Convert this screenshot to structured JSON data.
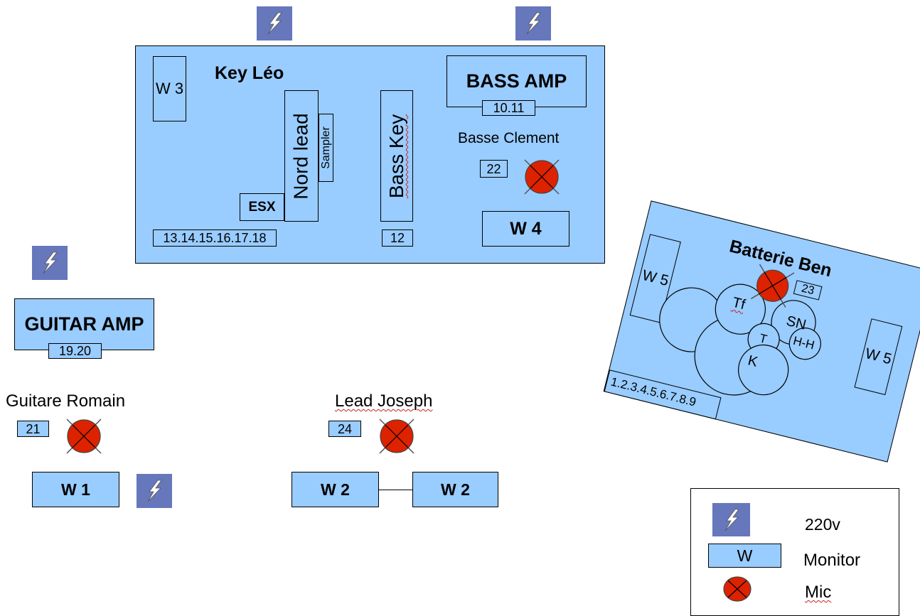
{
  "key_zone": {
    "title": "Key Léo",
    "w3": "W 3",
    "nord_lead": "Nord lead",
    "sampler": "Sampler",
    "esx": "ESX",
    "bass_key": "Bass Key",
    "channels_left": "13.14.15.16.17.18",
    "channels_bass_key": "12",
    "bass_amp": "BASS AMP",
    "bass_amp_channels": "10.11",
    "basse_label": "Basse Clement",
    "basse_channel": "22",
    "w4": "W 4"
  },
  "drums": {
    "title": "Batterie Ben",
    "w5_left": "W 5",
    "w5_right": "W 5",
    "channel": "23",
    "tf": "Tf",
    "sn": "SN",
    "hh": "H-H",
    "t": "T",
    "k": "K",
    "channels": "1.2.3.4.5.6.7.8.9"
  },
  "guitar": {
    "amp": "GUITAR AMP",
    "amp_channels": "19.20",
    "label": "Guitare Romain",
    "channel": "21",
    "w1": "W 1"
  },
  "lead": {
    "label": "Lead Joseph",
    "channel": "24",
    "w2_left": "W 2",
    "w2_right": "W 2"
  },
  "legend": {
    "power_label": "220v",
    "monitor_symbol": "W",
    "monitor_label": "Monitor",
    "mic_label": "Mic"
  },
  "colors": {
    "zone_blue": "#99ccff",
    "power_purple": "#6677bb",
    "mic_red": "#dd2200"
  },
  "icons": {
    "power": "lightning-bolt-icon",
    "mic": "crossed-red-circle-icon"
  }
}
